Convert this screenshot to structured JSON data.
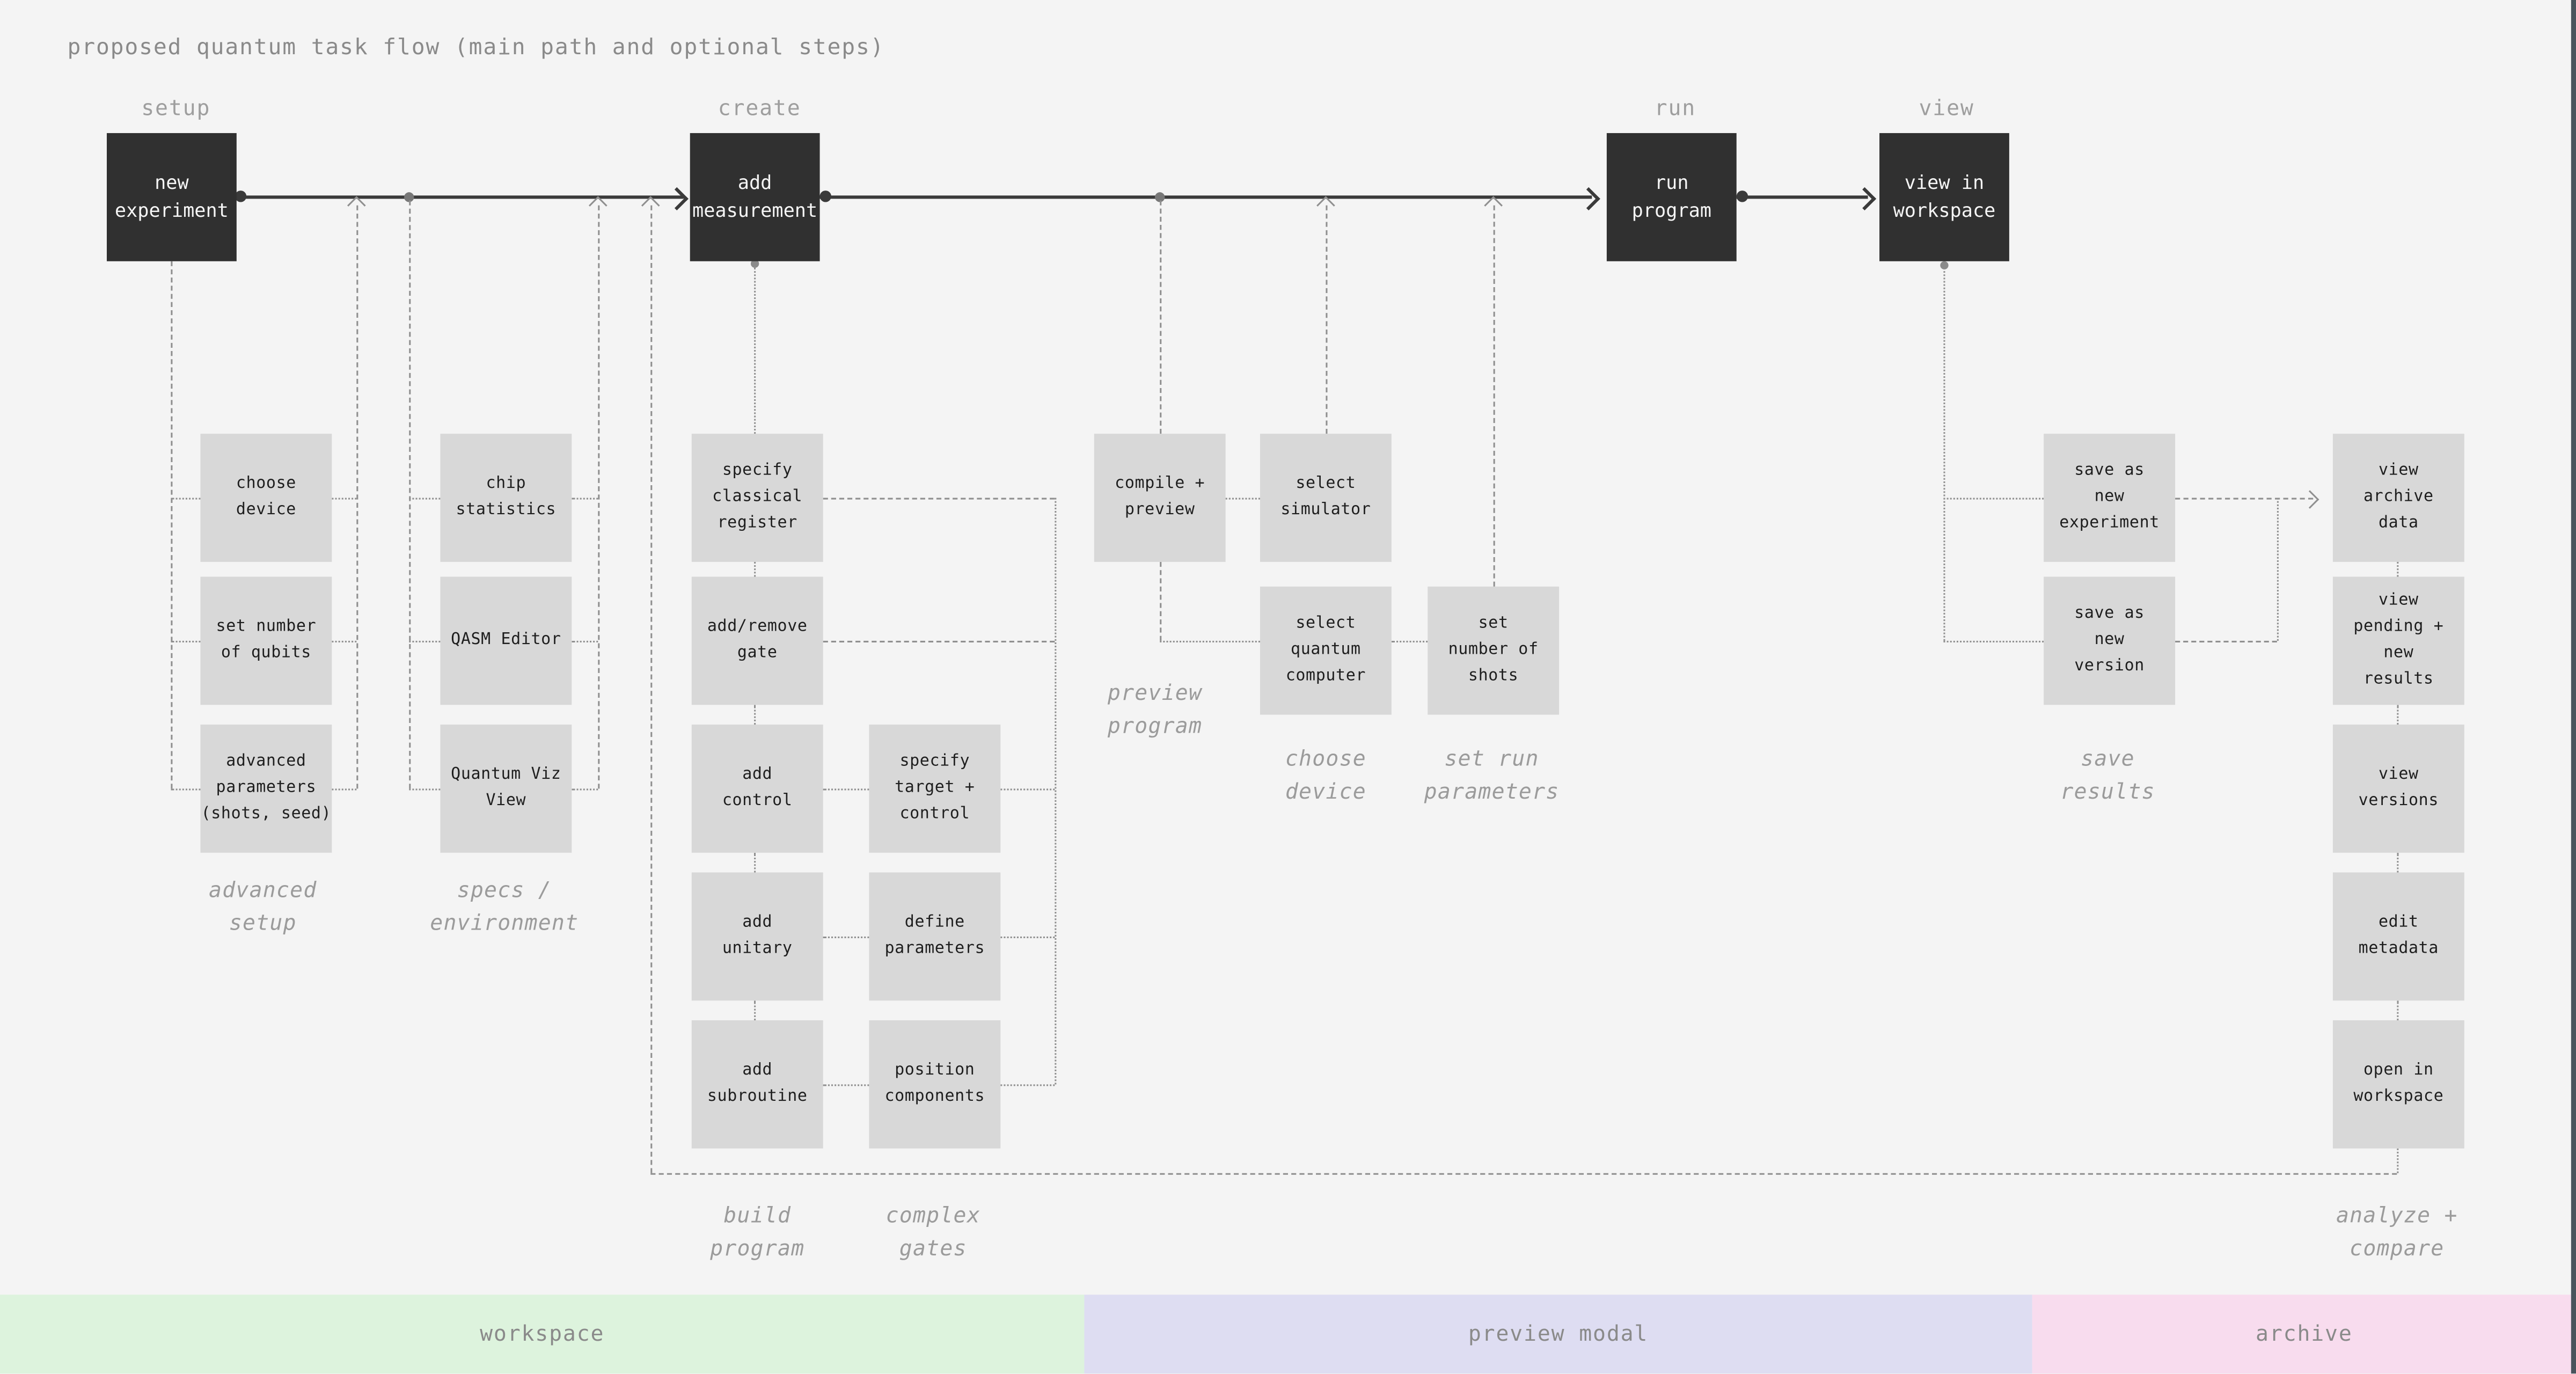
{
  "title": "proposed quantum task flow (main path and optional steps)",
  "stage_headers": {
    "setup": "setup",
    "create": "create",
    "run": "run",
    "view": "view"
  },
  "nodes": {
    "new_experiment": "new\nexperiment",
    "add_measurement": "add\nmeasurement",
    "run_program": "run\nprogram",
    "view_in_workspace": "view in\nworkspace",
    "choose_device": "choose\ndevice",
    "set_number_of_qubits": "set number\nof qubits",
    "advanced_parameters": "advanced\nparameters\n(shots, seed)",
    "chip_statistics": "chip\nstatistics",
    "qasm_editor": "QASM Editor",
    "quantum_viz_view": "Quantum Viz\nView",
    "specify_classical_register": "specify\nclassical\nregister",
    "add_remove_gate": "add/remove\ngate",
    "add_control": "add\ncontrol",
    "add_unitary": "add\nunitary",
    "add_subroutine": "add\nsubroutine",
    "specify_target_control": "specify\ntarget +\ncontrol",
    "define_parameters": "define\nparameters",
    "position_components": "position\ncomponents",
    "compile_preview": "compile +\npreview",
    "select_simulator": "select\nsimulator",
    "select_quantum_computer": "select\nquantum\ncomputer",
    "set_number_of_shots": "set\nnumber of\nshots",
    "save_as_new_experiment": "save as\nnew\nexperiment",
    "save_as_new_version": "save as\nnew\nversion",
    "view_archive_data": "view\narchive\ndata",
    "view_pending_new_results": "view\npending +\nnew\nresults",
    "view_versions": "view\nversions",
    "edit_metadata": "edit\nmetadata",
    "open_in_workspace": "open in\nworkspace"
  },
  "group_labels": {
    "advanced_setup": "advanced\nsetup",
    "specs_environment": "specs /\nenvironment",
    "build_program": "build\nprogram",
    "complex_gates": "complex\ngates",
    "preview_program": "preview\nprogram",
    "choose_device": "choose\ndevice",
    "set_run_parameters": "set run\nparameters",
    "save_results": "save\nresults",
    "analyze_compare": "analyze +\ncompare"
  },
  "bands": {
    "workspace": "workspace",
    "preview_modal": "preview modal",
    "archive": "archive"
  },
  "colors": {
    "background": "#f4f4f4",
    "node_dark": "#303030",
    "node_light": "#d8d8d8",
    "node_text_dark": "#1e1e1e",
    "node_text_light": "#f5f5f5",
    "line_gray": "#8f8f8f",
    "line_solid": "#3a3a3a",
    "label_gray": "#9b9b9b",
    "band_workspace": "#ddf3dd",
    "band_preview_modal": "#deddf2",
    "band_archive": "#f8dcee",
    "band_text": "#8a8a8a",
    "scrollbar": "#49545c"
  }
}
